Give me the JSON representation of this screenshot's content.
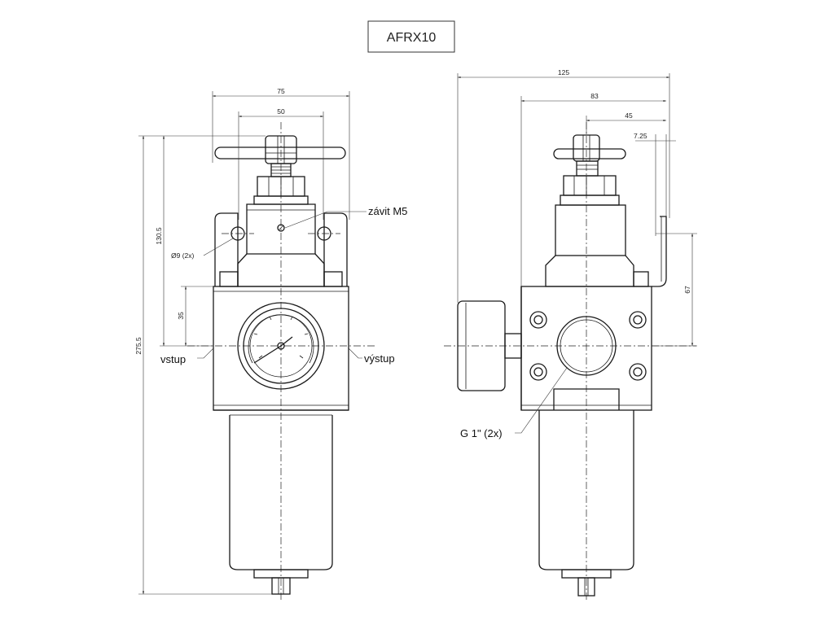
{
  "title": "AFRX10",
  "front_view": {
    "dims": {
      "width_75": "75",
      "width_50": "50",
      "height_130_5": "130.5",
      "height_35": "35",
      "height_275_5": "275.5",
      "hole": "Ø9 (2x)"
    },
    "labels": {
      "thread": "závit M5",
      "inlet": "vstup",
      "outlet": "výstup"
    }
  },
  "side_view": {
    "dims": {
      "width_125": "125",
      "width_83": "83",
      "width_45": "45",
      "width_7_25": "7.25",
      "height_67": "67"
    },
    "labels": {
      "port": "G 1\" (2x)"
    }
  }
}
